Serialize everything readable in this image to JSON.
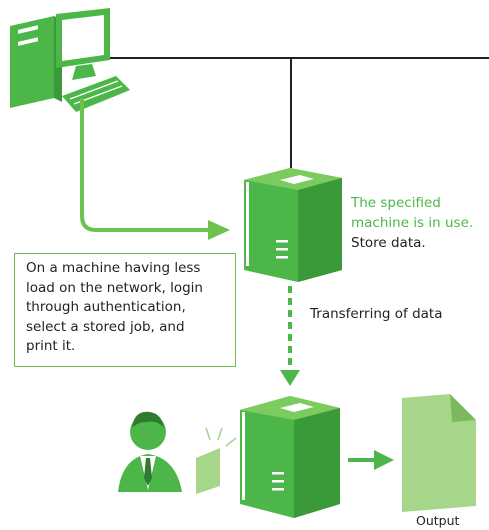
{
  "status": {
    "in_use_line1": "The specified",
    "in_use_line2": "machine is in use.",
    "store": "Store data."
  },
  "note": {
    "lines": [
      "On a machine having less",
      "load on the network, login",
      "through authentication,",
      "select a stored job, and",
      "print it."
    ]
  },
  "transfer_label": "Transferring of data",
  "output_label": "Output",
  "colors": {
    "green": "#4cb748",
    "light_green": "#a6d68a",
    "text": "#231f20"
  }
}
